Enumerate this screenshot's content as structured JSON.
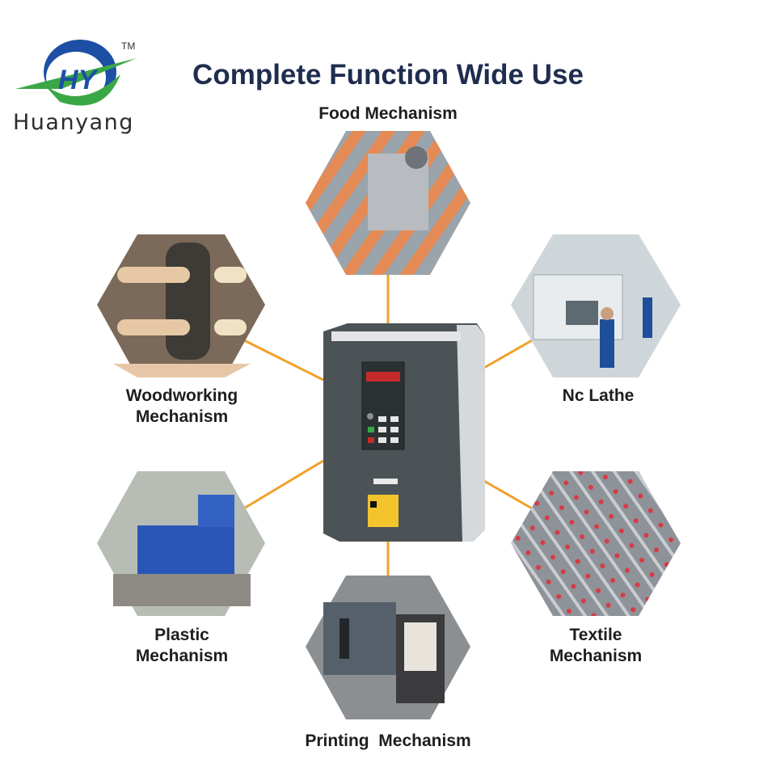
{
  "brand": {
    "name": "Huanyang",
    "tm": "TM",
    "logo_letters": "HY"
  },
  "title": "Complete Function Wide Use",
  "applications": {
    "food": "Food Mechanism",
    "woodworking": [
      "Woodworking",
      "Mechanism"
    ],
    "nc_lathe": "Nc Lathe",
    "plastic": [
      "Plastic",
      "Mechanism"
    ],
    "textile": [
      "Textile",
      "Mechanism"
    ],
    "printing": "Printing  Mechanism"
  },
  "colors": {
    "connector": "#f0a12a",
    "title": "#1f2d4f",
    "logo_blue": "#1d4fa5",
    "logo_green": "#3aa746"
  }
}
